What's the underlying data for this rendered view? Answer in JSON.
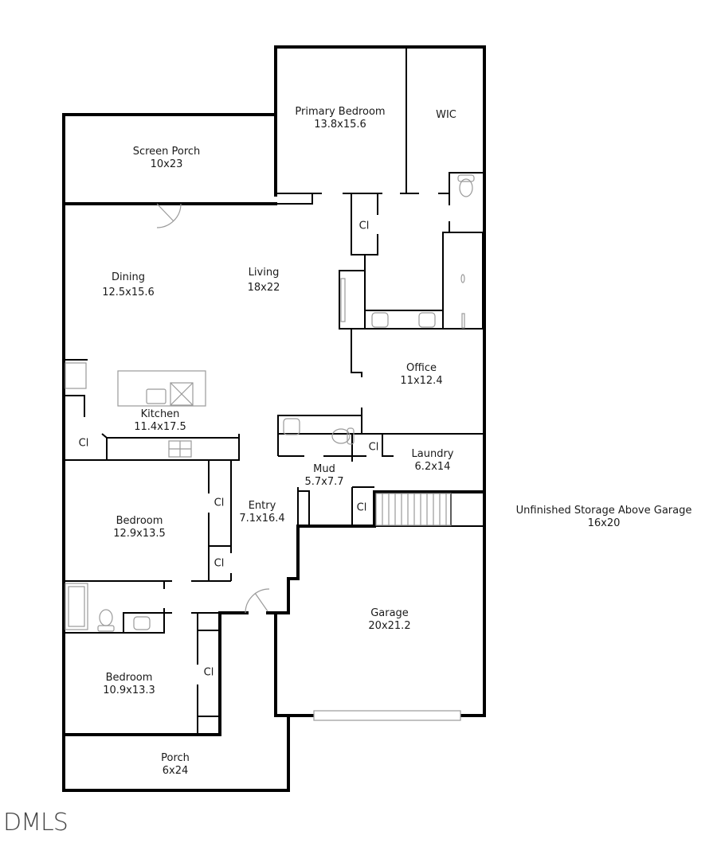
{
  "plan": {
    "rooms": [
      {
        "id": "primary-bedroom",
        "name": "Primary Bedroom",
        "dims": "13.8x15.6"
      },
      {
        "id": "wic",
        "name": "WIC",
        "dims": ""
      },
      {
        "id": "screen-porch",
        "name": "Screen Porch",
        "dims": "10x23"
      },
      {
        "id": "dining",
        "name": "Dining",
        "dims": "12.5x15.6"
      },
      {
        "id": "living",
        "name": "Living",
        "dims": "18x22"
      },
      {
        "id": "kitchen",
        "name": "Kitchen",
        "dims": "11.4x17.5"
      },
      {
        "id": "office",
        "name": "Office",
        "dims": "11x12.4"
      },
      {
        "id": "laundry",
        "name": "Laundry",
        "dims": "6.2x14"
      },
      {
        "id": "mud",
        "name": "Mud",
        "dims": "5.7x7.7"
      },
      {
        "id": "entry",
        "name": "Entry",
        "dims": "7.1x16.4"
      },
      {
        "id": "bedroom-2",
        "name": "Bedroom",
        "dims": "12.9x13.5"
      },
      {
        "id": "bedroom-3",
        "name": "Bedroom",
        "dims": "10.9x13.3"
      },
      {
        "id": "garage",
        "name": "Garage",
        "dims": "20x21.2"
      },
      {
        "id": "porch",
        "name": "Porch",
        "dims": "6x24"
      },
      {
        "id": "storage",
        "name": "Unfinished Storage Above Garage",
        "dims": "16x20"
      }
    ],
    "closet_label": "Cl",
    "closets": 8
  },
  "watermark": "DMLS",
  "colors": {
    "wall": "#000000",
    "fixture": "#9a9a9a",
    "background": "#ffffff"
  }
}
